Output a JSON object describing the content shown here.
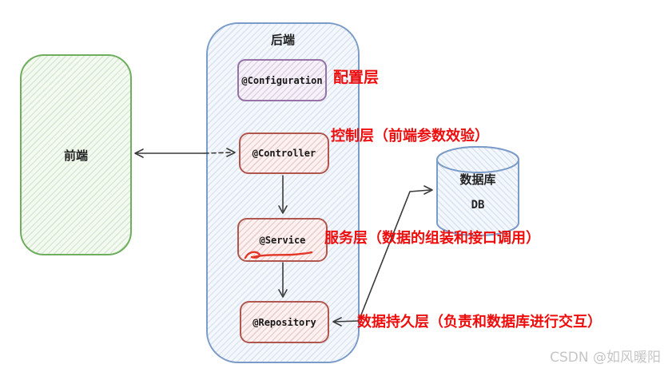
{
  "frontend": {
    "label": "前端"
  },
  "backend": {
    "label": "后端",
    "layers": [
      {
        "id": "configuration",
        "label": "@Configuration",
        "annotation": "配置层"
      },
      {
        "id": "controller",
        "label": "@Controller",
        "annotation": "控制层（前端参数效验）"
      },
      {
        "id": "service",
        "label": "@Service",
        "annotation": "服务层（数据的组装和接口调用）"
      },
      {
        "id": "repository",
        "label": "@Repository",
        "annotation": "数据持久层（负责和数据库进行交互）"
      }
    ]
  },
  "database": {
    "label": "数据库",
    "sublabel": "DB"
  },
  "watermark": "CSDN @如风暖阳",
  "colors": {
    "annotation_red": "#ed0d0d",
    "frontend_green": "#6fae5e",
    "backend_blue": "#7b9bc8",
    "config_purple": "#9673a6",
    "layer_red": "#b0564f",
    "arrow_dark": "#3a3a3a",
    "underline_red": "#e23528",
    "watermark_gray": "#c6c6c6"
  }
}
